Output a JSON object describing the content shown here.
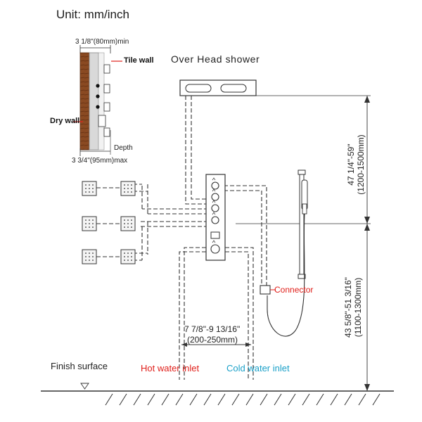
{
  "unit_label": "Unit: mm/inch",
  "overhead_shower_label": "Over Head shower",
  "inset": {
    "top_dim": "3 1/8\"(80mm)min",
    "tile_wall_label": "Tile wall",
    "dry_wall_label": "Dry wall",
    "depth_label": "Depth",
    "bottom_dim": "3 3/4\"(95mm)max"
  },
  "dimensions": {
    "upper_inch": "47 1/4\"-59\"",
    "upper_mm": "(1200-1500mm)",
    "lower_inch": "43 5/8\"-51 3/16\"",
    "lower_mm": "(1100-1300mm)",
    "width_inch": "7 7/8\"-9 13/16\"",
    "width_mm": "(200-250mm)"
  },
  "labels": {
    "connector": "Connector",
    "finish_surface": "Finish surface",
    "hot_water_inlet": "Hot water inlet",
    "cold_water_inlet": "Cold water inlet"
  },
  "colors": {
    "line": "#333333",
    "wood": "#8a4a22",
    "red_label": "#e0201b",
    "cyan_label": "#1aa0c8"
  }
}
